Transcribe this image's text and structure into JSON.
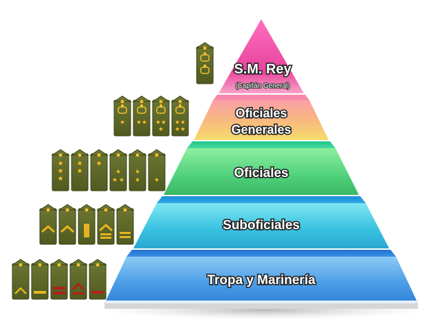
{
  "tiers": [
    {
      "id": "rey",
      "label": "S.M. Rey",
      "sublabel": "(Capitán General)",
      "insignia_count": 1,
      "color_top": "#f06bb0",
      "color_bottom": "#e0419a"
    },
    {
      "id": "oficiales-generales",
      "label_lines": [
        "Oficiales",
        "Generales"
      ],
      "insignia_count": 4,
      "color_top": "#f9b78c",
      "color_bottom": "#f6d06a"
    },
    {
      "id": "oficiales",
      "label": "Oficiales",
      "insignia_count": 6,
      "color_top": "#7fe08f",
      "color_bottom": "#3fc46a"
    },
    {
      "id": "suboficiales",
      "label": "Suboficiales",
      "insignia_count": 5,
      "color_top": "#6fd8ea",
      "color_bottom": "#2eb6d8"
    },
    {
      "id": "tropa",
      "label": "Tropa y Marinería",
      "insignia_count": 5,
      "color_top": "#7ec0f2",
      "color_bottom": "#3a8ee0"
    }
  ],
  "colors": {
    "insignia_fill": "#5f6a2a",
    "insignia_border": "#3b4216",
    "star": "#f2c230",
    "stripe_red": "#b0201c",
    "stripe_gold": "#e8b421"
  }
}
